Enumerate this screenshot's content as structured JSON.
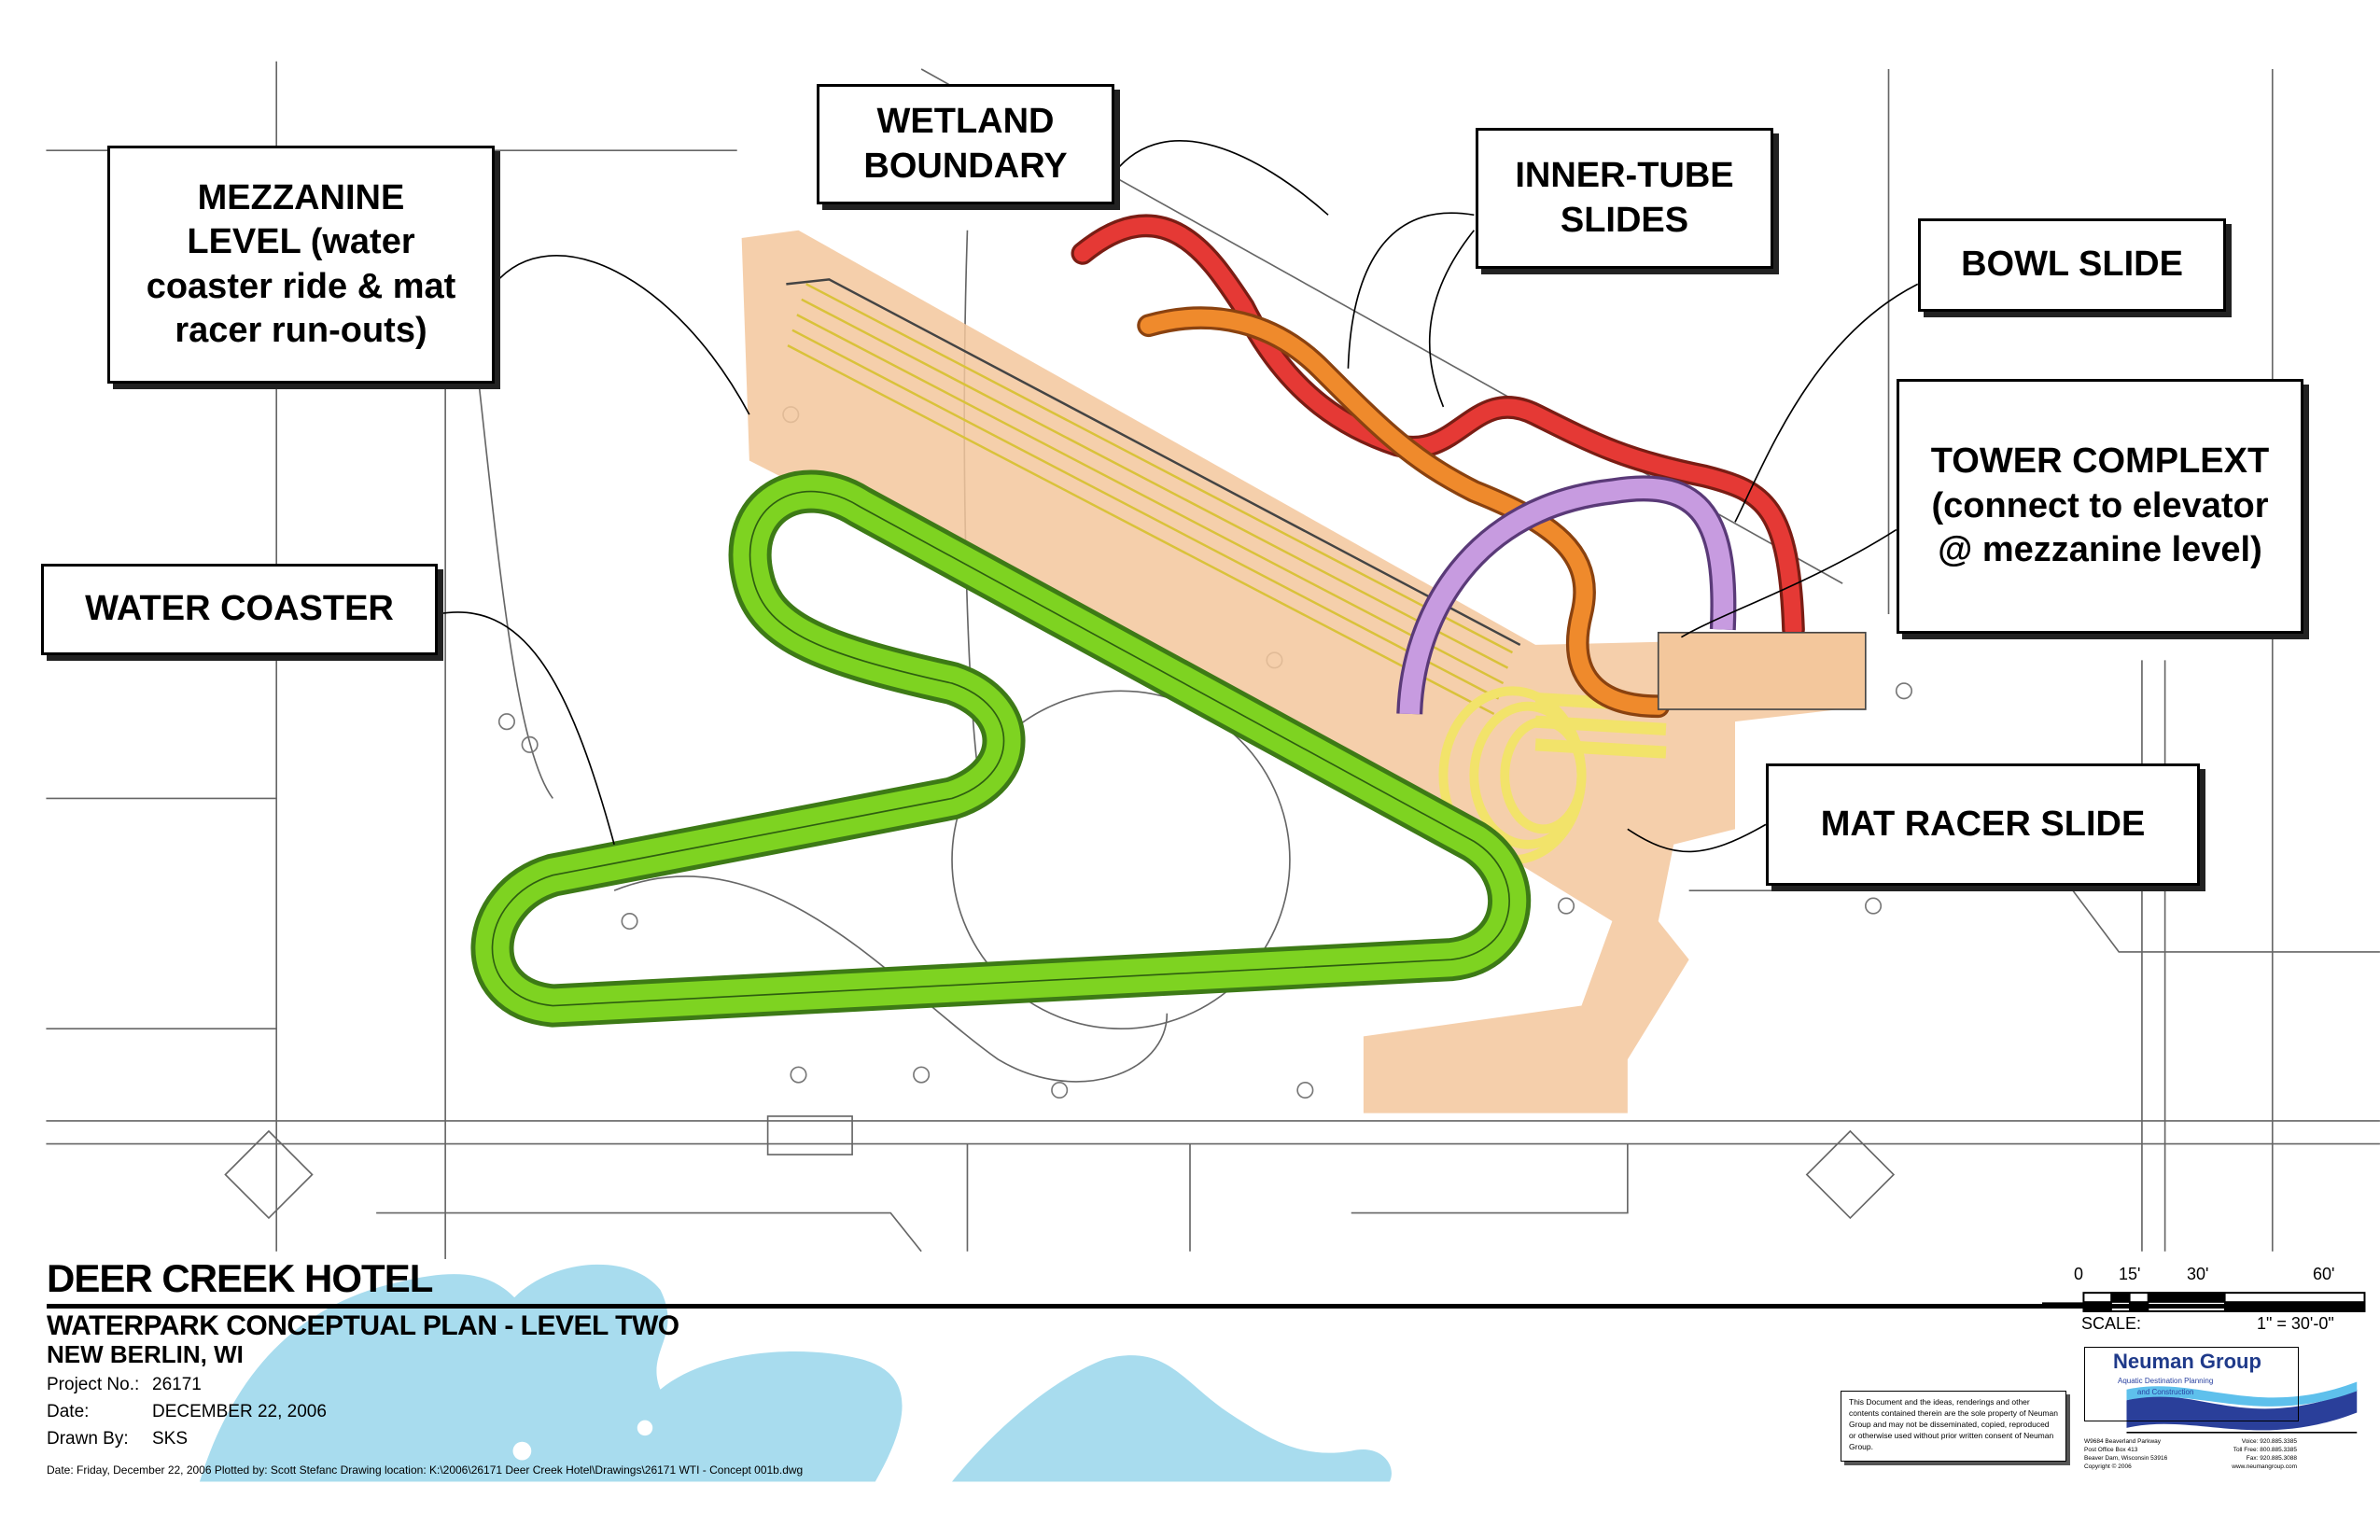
{
  "callouts": {
    "mezzanine": "MEZZANINE\nLEVEL (water\ncoaster ride & mat\nracer run-outs)",
    "wetland": "WETLAND\nBOUNDARY",
    "inner_tube": "INNER-TUBE\nSLIDES",
    "bowl": "BOWL SLIDE",
    "tower": "TOWER COMPLEXT\n(connect to elevator\n@ mezzanine level)",
    "water_coaster": "WATER COASTER",
    "mat_racer": "MAT RACER SLIDE"
  },
  "title_block": {
    "project_name": "DEER CREEK HOTEL",
    "plan_title": "WATERPARK CONCEPTUAL PLAN - LEVEL TWO",
    "location": "NEW BERLIN, WI",
    "project_no_label": "Project No.:",
    "project_no": "26171",
    "date_label": "Date:",
    "date": "DECEMBER 22, 2006",
    "drawn_by_label": "Drawn By:",
    "drawn_by": "SKS",
    "plot_info": "Date: Friday, December 22, 2006 Plotted by: Scott Stefanc Drawing location: K:\\2006\\26171 Deer Creek Hotel\\Drawings\\26171 WTI - Concept 001b.dwg"
  },
  "scale": {
    "ticks": [
      "0",
      "15'",
      "30'",
      "60'"
    ],
    "label": "SCALE:",
    "value": "1\" = 30'-0\""
  },
  "disclaimer": "This Document and the ideas, renderings and other contents contained therein are the sole property of Neuman Group and may not be disseminated, copied, reproduced or otherwise used without prior written consent of Neuman Group.",
  "company": {
    "name": "Neuman Group",
    "tagline_1": "Aquatic Destination Planning",
    "tagline_2": "and Construction",
    "address": [
      "W9684 Beaverland Parkway",
      "Post Office Box 413",
      "Beaver Dam, Wisconsin 53916",
      "Copyright © 2006"
    ],
    "contact": [
      "Voice: 920.885.3385",
      "Toll Free: 800.885.3385",
      "Fax: 920.885.3088",
      "www.neumangroup.com"
    ]
  },
  "colors": {
    "water_coaster": "#7ed321",
    "mezzanine": "#f3c79c",
    "mat_racer": "#f2e36a",
    "tube_red": "#e53935",
    "tube_orange": "#ef8a2c",
    "bowl": "#c79be0",
    "splash": "#a8dcee"
  }
}
